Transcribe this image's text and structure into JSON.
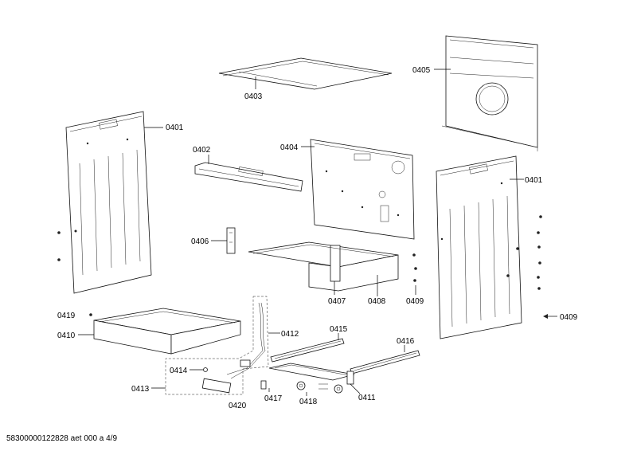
{
  "labels": {
    "p0401a": "0401",
    "p0401b": "0401",
    "p0402": "0402",
    "p0403": "0403",
    "p0404": "0404",
    "p0405": "0405",
    "p0406": "0406",
    "p0407": "0407",
    "p0408": "0408",
    "p0409a": "0409",
    "p0409b": "0409",
    "p0410": "0410",
    "p0411": "0411",
    "p0412": "0412",
    "p0413": "0413",
    "p0414": "0414",
    "p0415": "0415",
    "p0416": "0416",
    "p0417": "0417",
    "p0418": "0418",
    "p0419": "0419",
    "p0420": "0420"
  },
  "footer": "58300000122828 aet 000 a 4/9"
}
